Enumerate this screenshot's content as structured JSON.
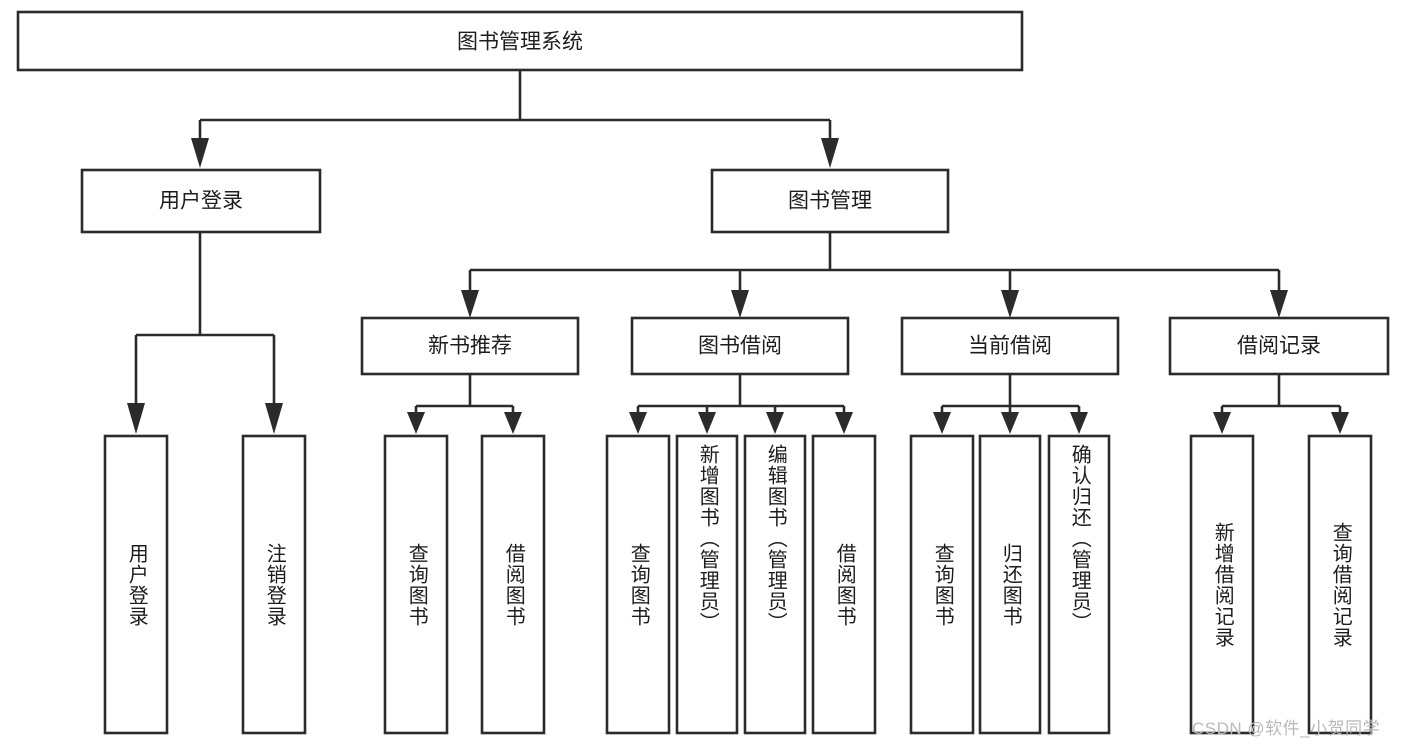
{
  "diagram": {
    "type": "tree-hierarchy",
    "title": "图书管理系统",
    "watermark": "CSDN @软件_小贺同学",
    "colors": {
      "stroke": "#2b2b2b",
      "fill": "#ffffff",
      "text": "#1d1d1d",
      "watermark": "#b9b9b9"
    },
    "levels": {
      "root": {
        "label": "图书管理系统"
      },
      "level2": [
        {
          "id": "user-login",
          "label": "用户登录"
        },
        {
          "id": "book-management",
          "label": "图书管理"
        }
      ],
      "level3": [
        {
          "id": "new-book-recommend",
          "label": "新书推荐",
          "parent": "book-management"
        },
        {
          "id": "book-borrow",
          "label": "图书借阅",
          "parent": "book-management"
        },
        {
          "id": "current-borrow",
          "label": "当前借阅",
          "parent": "book-management"
        },
        {
          "id": "borrow-record",
          "label": "借阅记录",
          "parent": "book-management"
        }
      ],
      "leaves": [
        {
          "id": "leaf-user-login",
          "label": "用户登录",
          "parent": "user-login"
        },
        {
          "id": "leaf-logout-login",
          "label": "注销登录",
          "parent": "user-login"
        },
        {
          "id": "leaf-query-book-1",
          "label": "查询图书",
          "parent": "new-book-recommend"
        },
        {
          "id": "leaf-borrow-book-1",
          "label": "借阅图书",
          "parent": "new-book-recommend"
        },
        {
          "id": "leaf-query-book-2",
          "label": "查询图书",
          "parent": "book-borrow"
        },
        {
          "id": "leaf-add-book",
          "label": "新增图书（管理员）",
          "parent": "book-borrow"
        },
        {
          "id": "leaf-edit-book",
          "label": "编辑图书（管理员）",
          "parent": "book-borrow"
        },
        {
          "id": "leaf-borrow-book-2",
          "label": "借阅图书",
          "parent": "book-borrow"
        },
        {
          "id": "leaf-query-book-3",
          "label": "查询图书",
          "parent": "current-borrow"
        },
        {
          "id": "leaf-return-book",
          "label": "归还图书",
          "parent": "current-borrow"
        },
        {
          "id": "leaf-confirm-return",
          "label": "确认归还（管理员）",
          "parent": "current-borrow"
        },
        {
          "id": "leaf-add-record",
          "label": "新增借阅记录",
          "parent": "borrow-record"
        },
        {
          "id": "leaf-query-record",
          "label": "查询借阅记录",
          "parent": "borrow-record"
        }
      ]
    }
  }
}
